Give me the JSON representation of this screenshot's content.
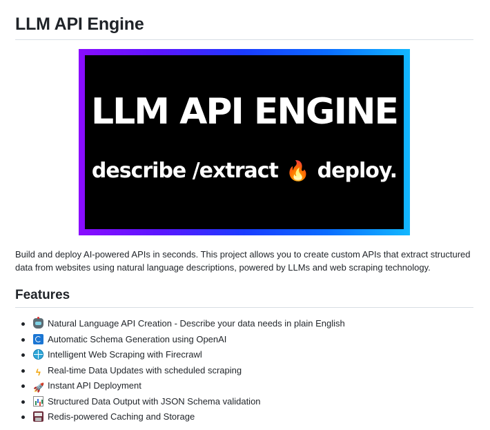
{
  "header": {
    "title": "LLM API Engine"
  },
  "banner": {
    "headline": "LLM API ENGINE",
    "tagline_part1": "describe /extract",
    "tagline_icon": "🔥",
    "tagline_part2": "deploy.",
    "gradient_colors": [
      "#8a0cff",
      "#1a3cff",
      "#12b8ff"
    ],
    "background": "#000000"
  },
  "description": "Build and deploy AI-powered APIs in seconds. This project allows you to create custom APIs that extract structured data from websites using natural language descriptions, powered by LLMs and web scraping technology.",
  "features": {
    "title": "Features",
    "items": [
      {
        "icon": "robot-icon",
        "glyph": "",
        "label": "Natural Language API Creation - Describe your data needs in plain English"
      },
      {
        "icon": "refresh-icon",
        "glyph": "",
        "label": "Automatic Schema Generation using OpenAI"
      },
      {
        "icon": "globe-icon",
        "glyph": "",
        "label": "Intelligent Web Scraping with Firecrawl"
      },
      {
        "icon": "lightning-icon",
        "glyph": "ϟ",
        "label": "Real-time Data Updates with scheduled scraping"
      },
      {
        "icon": "rocket-icon",
        "glyph": "🚀",
        "label": "Instant API Deployment"
      },
      {
        "icon": "bar-chart-icon",
        "glyph": "",
        "label": "Structured Data Output with JSON Schema validation"
      },
      {
        "icon": "floppy-disk-icon",
        "glyph": "",
        "label": "Redis-powered Caching and Storage"
      }
    ]
  }
}
